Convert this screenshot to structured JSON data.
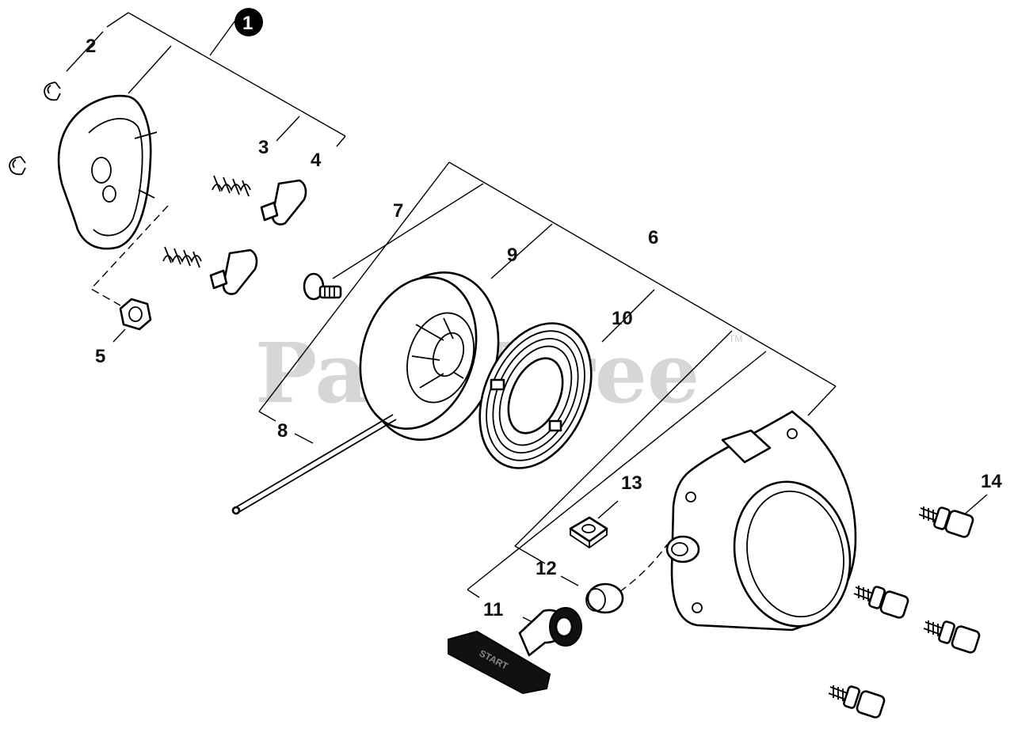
{
  "watermark": {
    "text": "PartsTree",
    "tm": "TM"
  },
  "callouts": {
    "c1": "1",
    "c2": "2",
    "c3": "3",
    "c4": "4",
    "c5": "5",
    "c6": "6",
    "c7": "7",
    "c8": "8",
    "c9": "9",
    "c10": "10",
    "c11": "11",
    "c12": "12",
    "c13": "13",
    "c14": "14"
  },
  "handle": {
    "label": "START"
  },
  "colors": {
    "line": "#000000",
    "watermark": "#c9c9c9",
    "background": "#ffffff"
  }
}
